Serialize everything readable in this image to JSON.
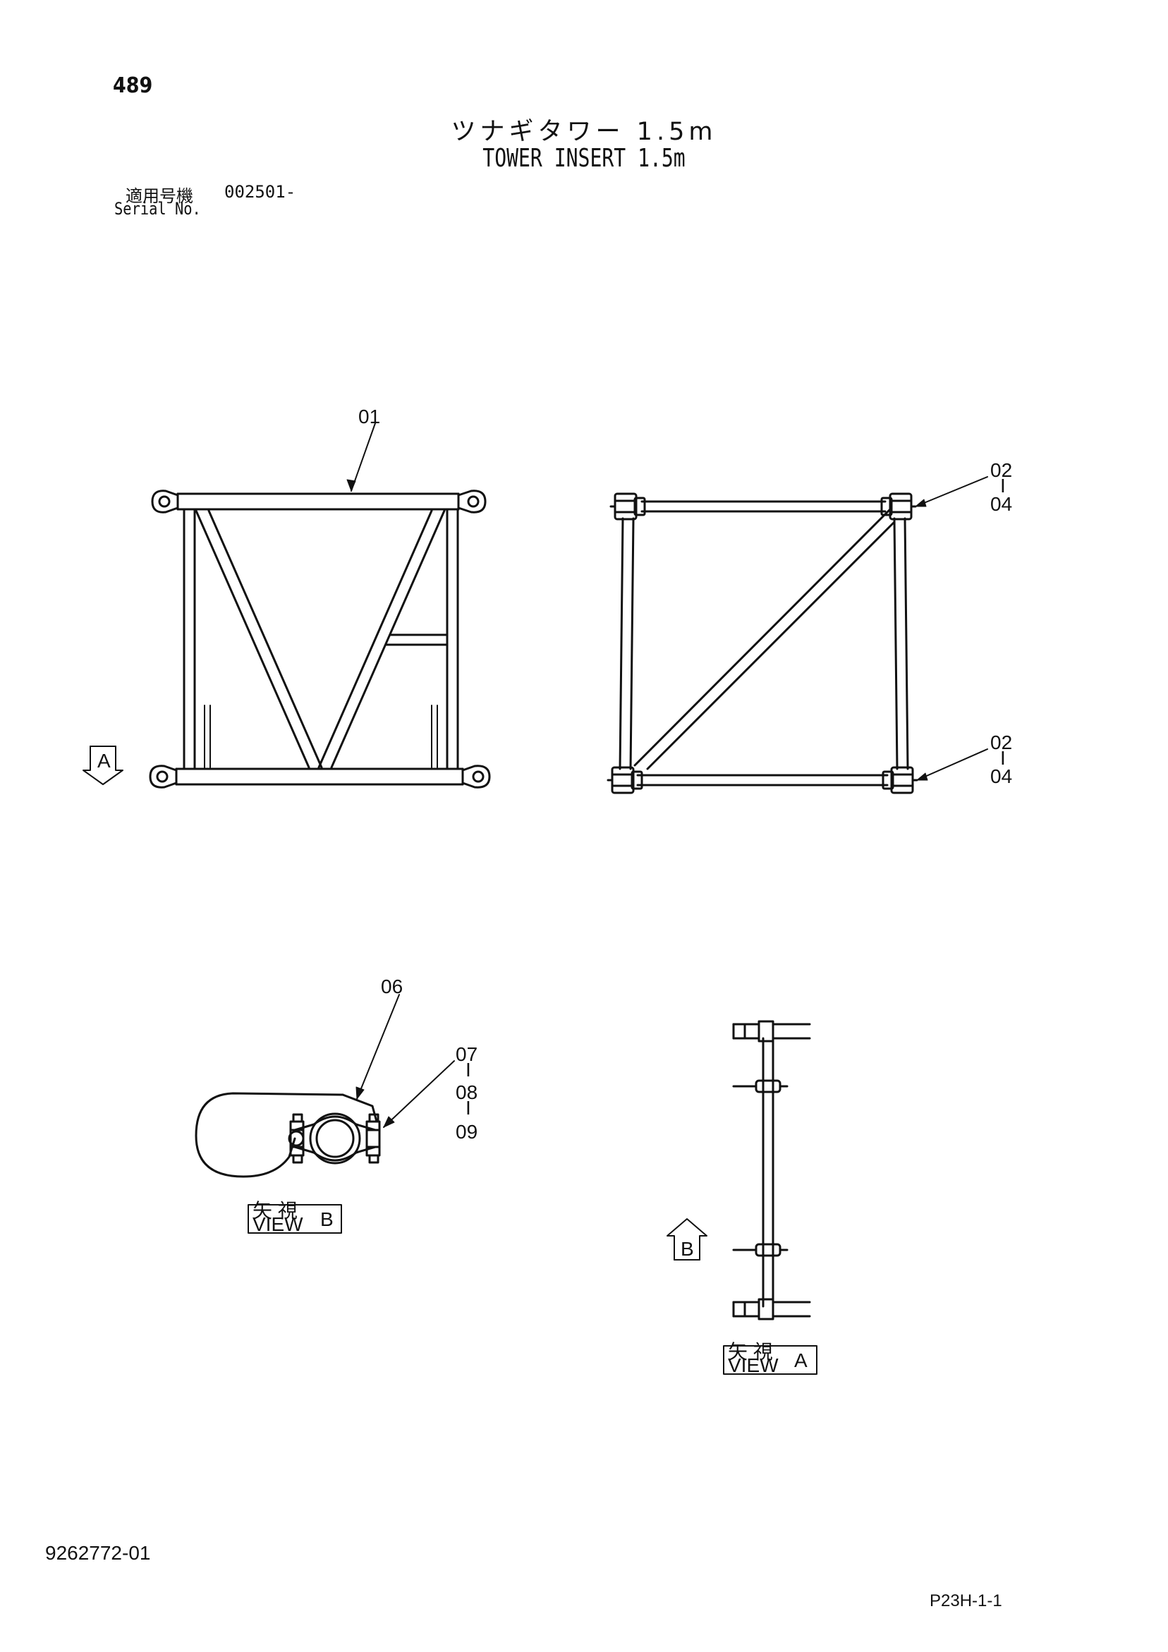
{
  "header": {
    "page_number": "489",
    "title_jp": "ツナギタワー 1.5m",
    "title_en": "TOWER INSERT 1.5m",
    "serial_label_jp": "適用号機",
    "serial_value": "002501-",
    "serial_label_en": "Serial No."
  },
  "callouts": {
    "c01": "01",
    "c02a": "02",
    "c04a": "04",
    "c02b": "02",
    "c04b": "04",
    "c06": "06",
    "c07": "07",
    "c08": "08",
    "c09": "09",
    "dash": "I"
  },
  "views": {
    "arrow_a": "A",
    "arrow_b": "B",
    "view_jp": "矢 視",
    "view_en": "VIEW",
    "view_b_letter": "B",
    "view_a_letter": "A"
  },
  "footer": {
    "doc_number": "9262772-01",
    "sheet_code": "P23H-1-1"
  }
}
